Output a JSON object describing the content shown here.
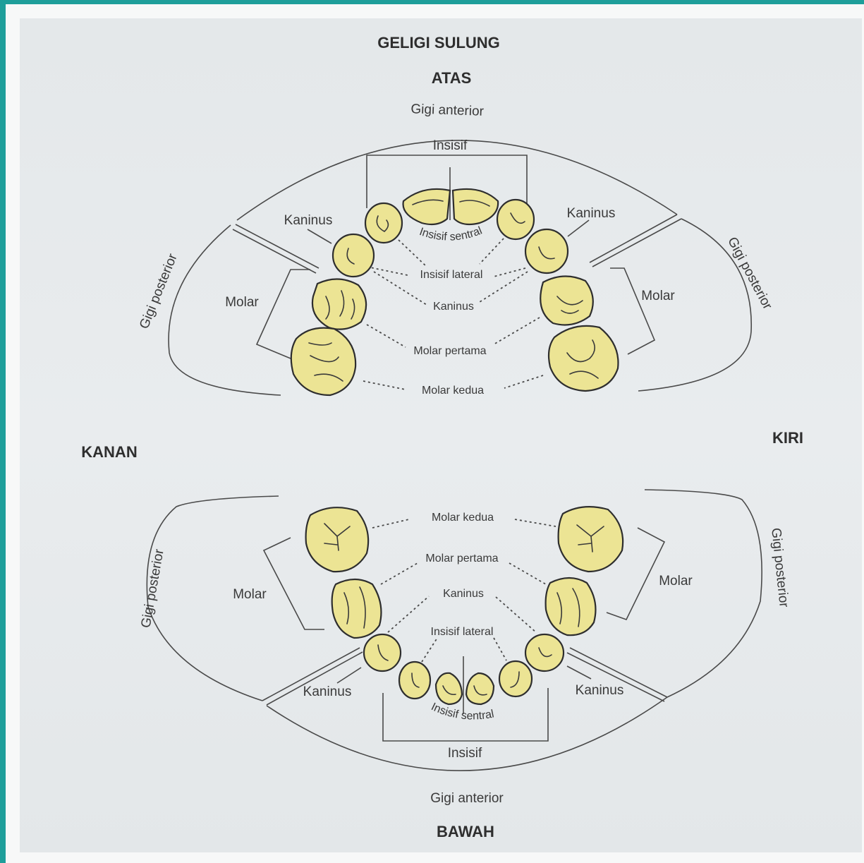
{
  "title": "GELIGI SULUNG",
  "upper": {
    "heading": "ATAS",
    "anterior": "Gigi anterior",
    "incisor_group": "Insisif",
    "canine_left": "Kaninus",
    "canine_right": "Kaninus",
    "posterior_left": "Gigi posterior",
    "posterior_right": "Gigi posterior",
    "molar_left": "Molar",
    "molar_right": "Molar",
    "central_incisor": "Insisif sentral",
    "lateral_incisor": "Insisif lateral",
    "canine_center": "Kaninus",
    "first_molar": "Molar pertama",
    "second_molar": "Molar kedua"
  },
  "side_right": "KANAN",
  "side_left": "KIRI",
  "lower": {
    "heading": "BAWAH",
    "anterior": "Gigi anterior",
    "incisor_group": "Insisif",
    "canine_left": "Kaninus",
    "canine_right": "Kaninus",
    "posterior_left": "Gigi posterior",
    "posterior_right": "Gigi posterior",
    "molar_left": "Molar",
    "molar_right": "Molar",
    "central_incisor": "Insisif sentral",
    "lateral_incisor": "Insisif lateral",
    "canine_center": "Kaninus",
    "first_molar": "Molar pertama",
    "second_molar": "Molar kedua"
  },
  "colors": {
    "tooth_fill": "#ece494",
    "background": "#e6eaec",
    "border": "#1e9e9a"
  }
}
